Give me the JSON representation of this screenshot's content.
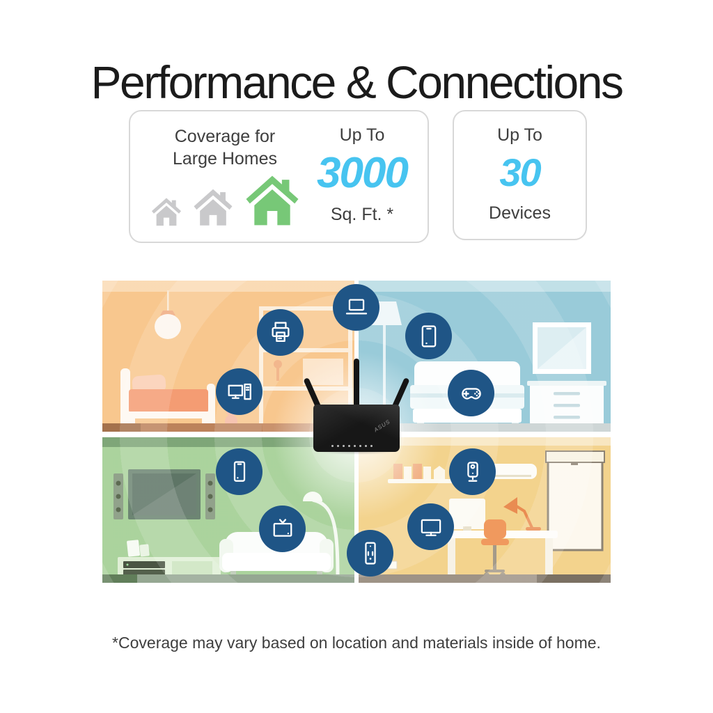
{
  "page": {
    "title": "Performance & Connections",
    "disclaimer": "*Coverage may vary based on location and materials inside of home."
  },
  "coverage_card": {
    "label_line1": "Coverage for",
    "label_line2": "Large Homes",
    "up_to": "Up To",
    "value": "3000",
    "unit": "Sq. Ft. *",
    "house_icons": [
      "house-small-gray",
      "house-medium-gray",
      "house-large-green"
    ]
  },
  "devices_card": {
    "up_to": "Up To",
    "value": "30",
    "unit": "Devices"
  },
  "illustration": {
    "router_label": "ASUS",
    "rooms": [
      "bedroom-orange",
      "bedroom-blue",
      "living-room-green",
      "office-yellow"
    ],
    "device_icons": [
      "laptop",
      "printer",
      "tablet",
      "desktop-pc",
      "game-controller",
      "smartphone",
      "smart-camera",
      "smart-tv",
      "monitor",
      "smart-plug"
    ]
  },
  "colors": {
    "accent_cyan": "#47C4F0",
    "icon_circle_navy": "#1F5586",
    "house_gray": "#C9C9CB",
    "house_green": "#77C877",
    "room_orange": "#F8C68C",
    "room_blue": "#97CAD8",
    "room_green": "#A9D29B",
    "room_yellow": "#F3D28B",
    "text_dark": "#3E3E3E",
    "title_black": "#1B1B1B"
  }
}
